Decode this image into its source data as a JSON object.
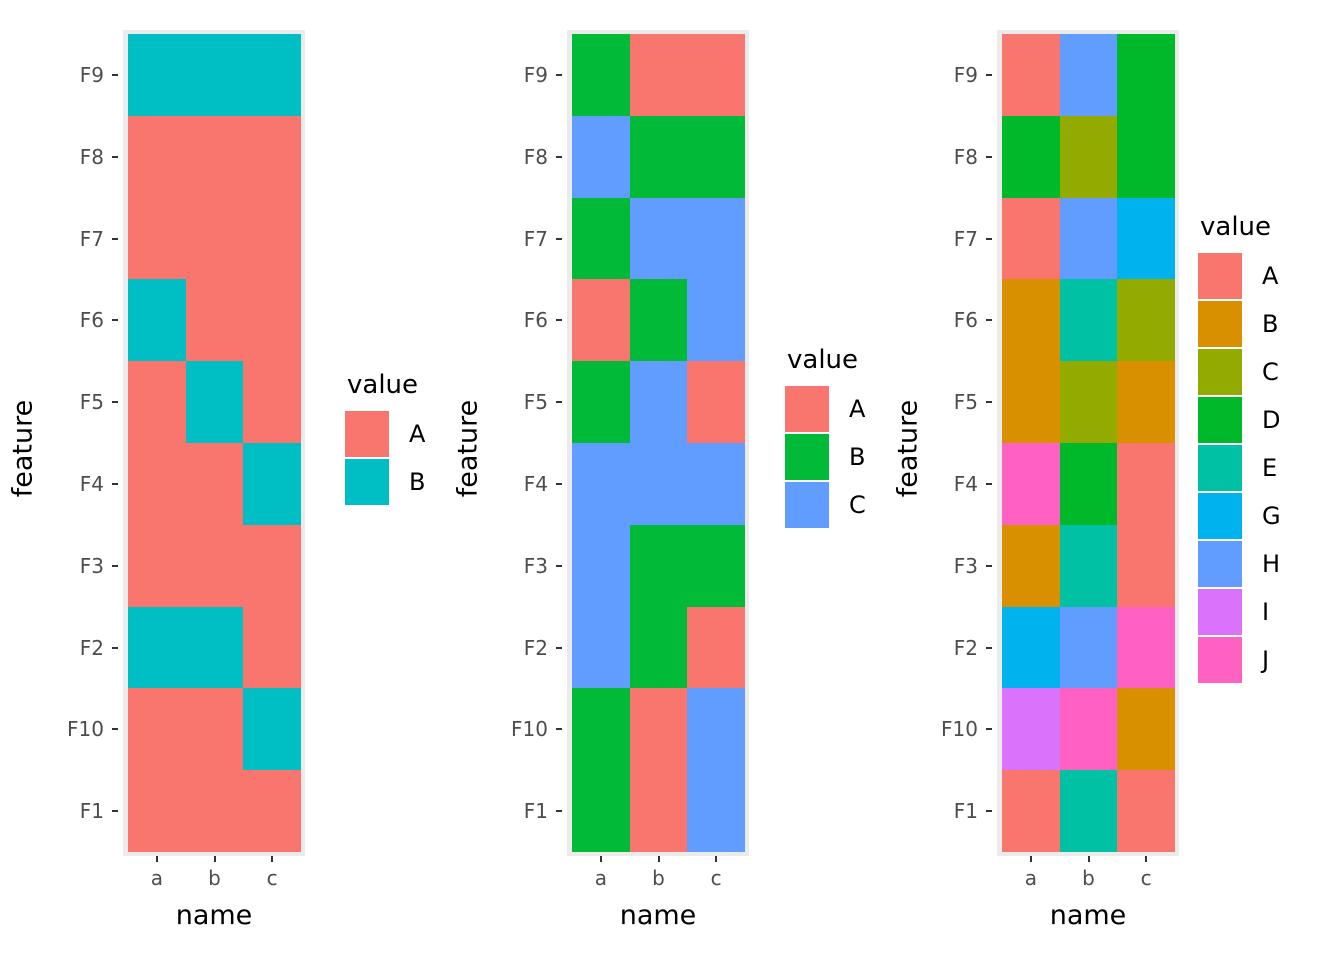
{
  "chart_data": [
    {
      "type": "heatmap",
      "panel": 1,
      "title": "",
      "xlabel": "name",
      "ylabel": "feature",
      "categories": [
        "a",
        "b",
        "c"
      ],
      "rows": [
        "F9",
        "F8",
        "F7",
        "F6",
        "F5",
        "F4",
        "F3",
        "F2",
        "F10",
        "F1"
      ],
      "legend_title": "value",
      "legend": [
        {
          "label": "A",
          "color": "#F8766D"
        },
        {
          "label": "B",
          "color": "#00BFC4"
        }
      ],
      "values": [
        [
          "B",
          "B",
          "B"
        ],
        [
          "A",
          "A",
          "A"
        ],
        [
          "A",
          "A",
          "A"
        ],
        [
          "B",
          "A",
          "A"
        ],
        [
          "A",
          "B",
          "A"
        ],
        [
          "A",
          "A",
          "B"
        ],
        [
          "A",
          "A",
          "A"
        ],
        [
          "B",
          "B",
          "A"
        ],
        [
          "A",
          "A",
          "B"
        ],
        [
          "A",
          "A",
          "A"
        ]
      ]
    },
    {
      "type": "heatmap",
      "panel": 2,
      "title": "",
      "xlabel": "name",
      "ylabel": "feature",
      "categories": [
        "a",
        "b",
        "c"
      ],
      "rows": [
        "F9",
        "F8",
        "F7",
        "F6",
        "F5",
        "F4",
        "F3",
        "F2",
        "F10",
        "F1"
      ],
      "legend_title": "value",
      "legend": [
        {
          "label": "A",
          "color": "#F8766D"
        },
        {
          "label": "B",
          "color": "#00BA38"
        },
        {
          "label": "C",
          "color": "#619CFF"
        }
      ],
      "values": [
        [
          "B",
          "A",
          "A"
        ],
        [
          "C",
          "B",
          "B"
        ],
        [
          "B",
          "C",
          "C"
        ],
        [
          "A",
          "B",
          "C"
        ],
        [
          "B",
          "C",
          "A"
        ],
        [
          "C",
          "C",
          "C"
        ],
        [
          "C",
          "B",
          "B"
        ],
        [
          "C",
          "B",
          "A"
        ],
        [
          "B",
          "A",
          "C"
        ],
        [
          "B",
          "A",
          "C"
        ]
      ]
    },
    {
      "type": "heatmap",
      "panel": 3,
      "title": "",
      "xlabel": "name",
      "ylabel": "feature",
      "categories": [
        "a",
        "b",
        "c"
      ],
      "rows": [
        "F9",
        "F8",
        "F7",
        "F6",
        "F5",
        "F4",
        "F3",
        "F2",
        "F10",
        "F1"
      ],
      "legend_title": "value",
      "legend": [
        {
          "label": "A",
          "color": "#F8766D"
        },
        {
          "label": "B",
          "color": "#D89000"
        },
        {
          "label": "C",
          "color": "#93AA00"
        },
        {
          "label": "D",
          "color": "#00B92A"
        },
        {
          "label": "E",
          "color": "#00C1A3"
        },
        {
          "label": "G",
          "color": "#00B2EE"
        },
        {
          "label": "H",
          "color": "#619CFF"
        },
        {
          "label": "I",
          "color": "#DB72FB"
        },
        {
          "label": "J",
          "color": "#FF61C3"
        }
      ],
      "values": [
        [
          "A",
          "H",
          "D"
        ],
        [
          "D",
          "C",
          "D"
        ],
        [
          "A",
          "H",
          "G"
        ],
        [
          "B",
          "E",
          "C"
        ],
        [
          "B",
          "C",
          "B"
        ],
        [
          "J",
          "D",
          "A"
        ],
        [
          "B",
          "E",
          "A"
        ],
        [
          "G",
          "H",
          "J"
        ],
        [
          "I",
          "J",
          "B"
        ],
        [
          "A",
          "E",
          "A"
        ]
      ]
    }
  ],
  "layout": {
    "panel_bg": "#EBEBEB",
    "page_bg": "#FFFFFF",
    "tick_color": "#333333",
    "tick_label_color": "#4D4D4D",
    "axis_title_color": "#000000"
  }
}
